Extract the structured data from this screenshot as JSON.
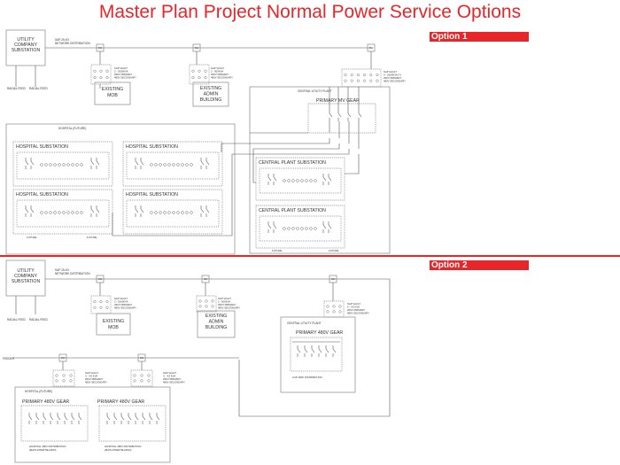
{
  "title": "Master Plan Project Normal Power Service Options",
  "labels": {
    "utility": [
      "UTILITY",
      "COMPANY",
      "SUBSTATION"
    ],
    "radial_feed": "RADIAL FEED",
    "network_distribution": [
      "SAP 25-KV",
      "NETWORK DISTRIBUTION"
    ],
    "existing_mob": [
      "EXISTING",
      "MOB"
    ],
    "existing_admin": [
      "EXISTING",
      "ADMIN",
      "BUILDING"
    ],
    "central_utility_plant": "CENTRAL UTILITY PLANT",
    "hospital_future": "HOSPITAL (FUTURE)",
    "hospital_substation": "HOSPITAL SUBSTATION",
    "central_plant_substation": "CENTRAL PLANT SUBSTATION",
    "primary_mv_gear": "PRIMARY MV GEAR",
    "primary_480v_gear": "PRIMARY 480V GEAR",
    "future": "FUTURE",
    "feeder": "FEEDER",
    "cup_dist": "CUP 480V DISTRIBUTION",
    "hosp_dist": [
      "HOSPITAL 480V DISTRIBUTION",
      "(MAIN-INTERTIE-MAIN)"
    ],
    "vault_mob": [
      "SAP VAULT",
      "2 - 2000KVA",
      "25KV PRIMARY",
      "480V SECONDARY"
    ],
    "vault_admin": [
      "SAP VAULT",
      "2 - 500KVA",
      "25KV PRIMARY",
      "480V SECONDARY"
    ],
    "vault_cup1": [
      "SAP VAULT",
      "4 - 2500KVA (?)",
      "25KV PRIMARY",
      "480V SECONDARY"
    ],
    "vault_cup2": [
      "SAP VAULT",
      "5 - XX KVA",
      "25KV PRIMARY",
      "480V SECONDARY"
    ],
    "vault_hosp": [
      "SAP VAULT",
      "X - XX KVA",
      "25KV PRIMARY",
      "480V SECONDARY"
    ],
    "node": "SW"
  },
  "options": [
    {
      "label": "Option 1"
    },
    {
      "label": "Option 2"
    }
  ],
  "colors": {
    "accent": "#e8262a",
    "line": "#555555",
    "box": "#888888"
  }
}
